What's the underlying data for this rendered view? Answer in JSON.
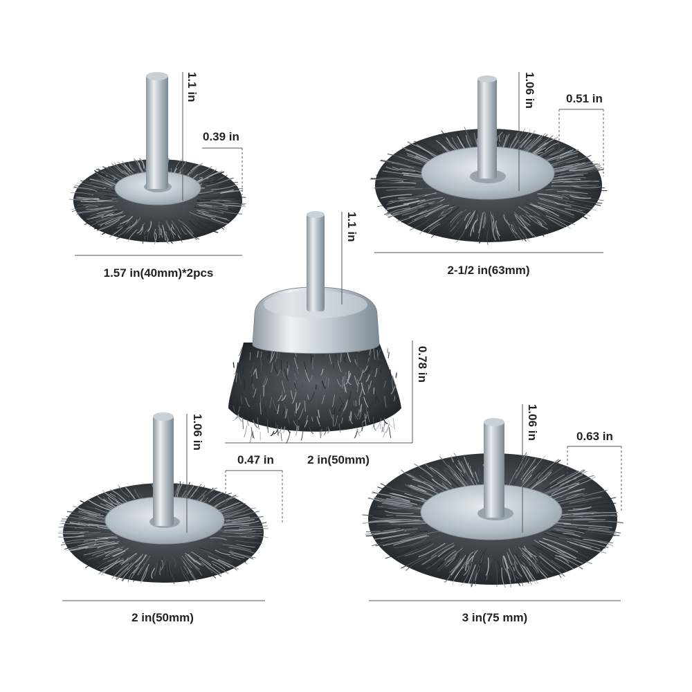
{
  "colors": {
    "background": "#ffffff",
    "wire": "#2e3236",
    "steel": "#b9c3cc",
    "text": "#222222"
  },
  "brushes": [
    {
      "id": "brush-40mm",
      "height_label": "1.1 in",
      "bristle_label": "0.39 in",
      "width_label": "1.57 in(40mm)*2pcs"
    },
    {
      "id": "brush-63mm",
      "height_label": "1.06 in",
      "bristle_label": "0.51 in",
      "width_label": "2-1/2 in(63mm)"
    },
    {
      "id": "cup-brush-50mm",
      "height_label": "1.1 in",
      "bristle_label": "0.78 in",
      "width_label": "2 in(50mm)"
    },
    {
      "id": "brush-50mm",
      "height_label": "1.06 in",
      "bristle_label": "0.47 in",
      "width_label": "2 in(50mm)"
    },
    {
      "id": "brush-75mm",
      "height_label": "1.06 in",
      "bristle_label": "0.63 in",
      "width_label": "3 in(75 mm)"
    }
  ]
}
